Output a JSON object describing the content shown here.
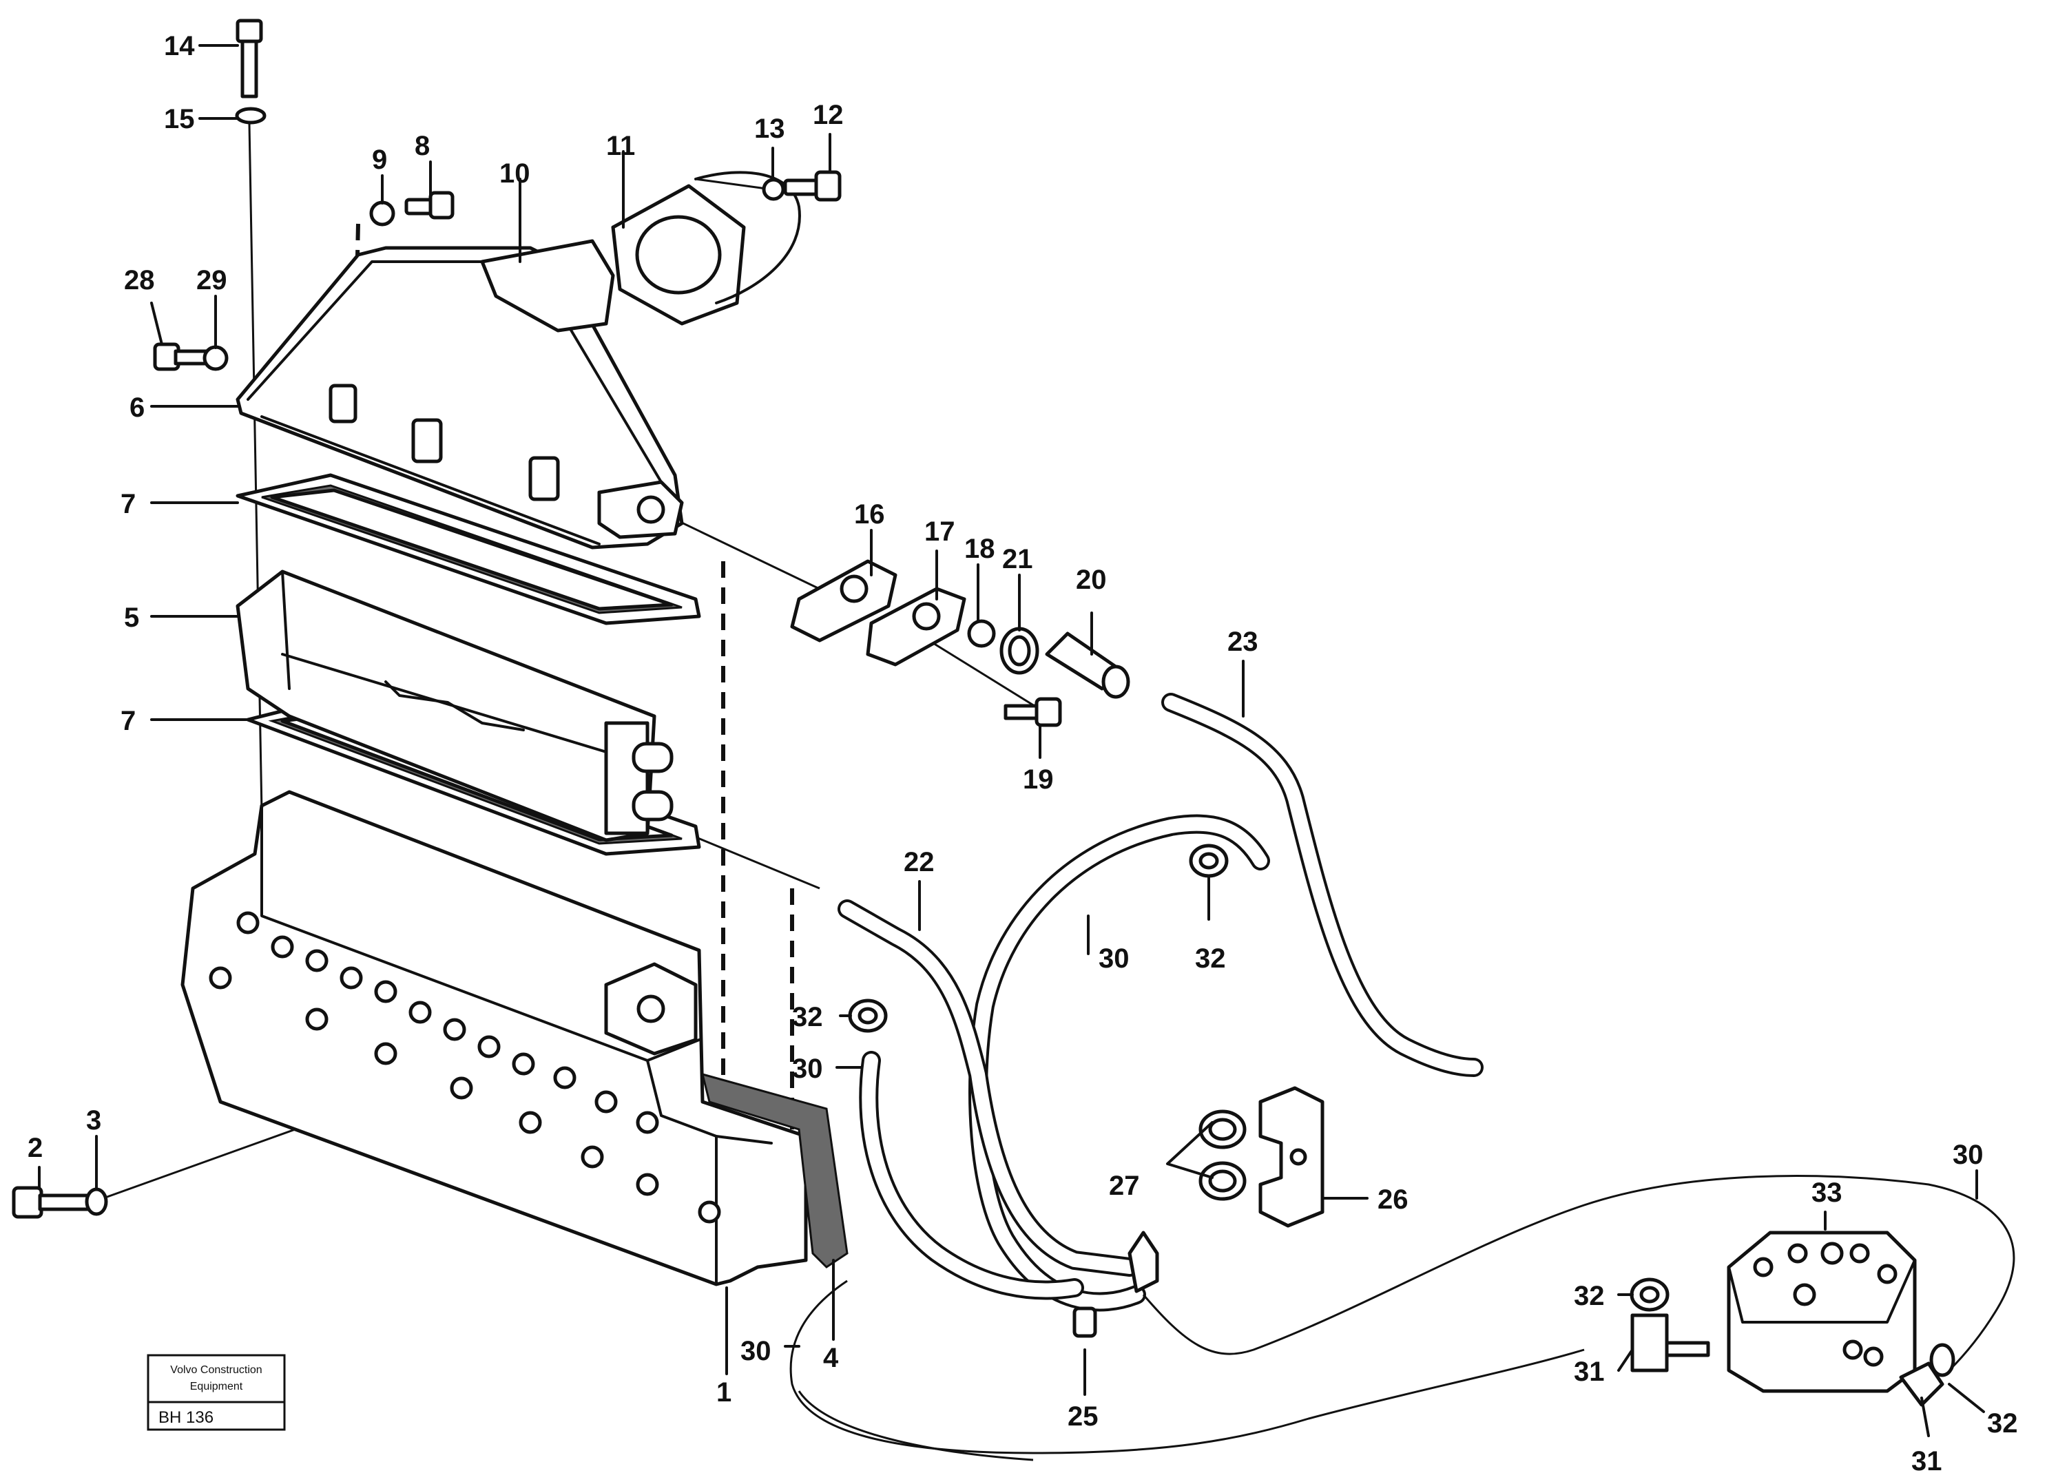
{
  "stamp": {
    "line1": "Volvo Construction",
    "line2": "Equipment",
    "code": "BH 136"
  },
  "labels": {
    "p1": "1",
    "p2": "2",
    "p3": "3",
    "p4": "4",
    "p5": "5",
    "p6": "6",
    "p7a": "7",
    "p7b": "7",
    "p8": "8",
    "p9": "9",
    "p10": "10",
    "p11": "11",
    "p12": "12",
    "p13": "13",
    "p14": "14",
    "p15": "15",
    "p16": "16",
    "p17": "17",
    "p18": "18",
    "p19": "19",
    "p20": "20",
    "p21": "21",
    "p22": "22",
    "p23": "23",
    "p25": "25",
    "p26": "26",
    "p27": "27",
    "p28": "28",
    "p29": "29",
    "p30a": "30",
    "p30b": "30",
    "p30c": "30",
    "p30d": "30",
    "p31a": "31",
    "p31b": "31",
    "p32a": "32",
    "p32b": "32",
    "p32c": "32",
    "p32d": "32",
    "p33": "33"
  }
}
